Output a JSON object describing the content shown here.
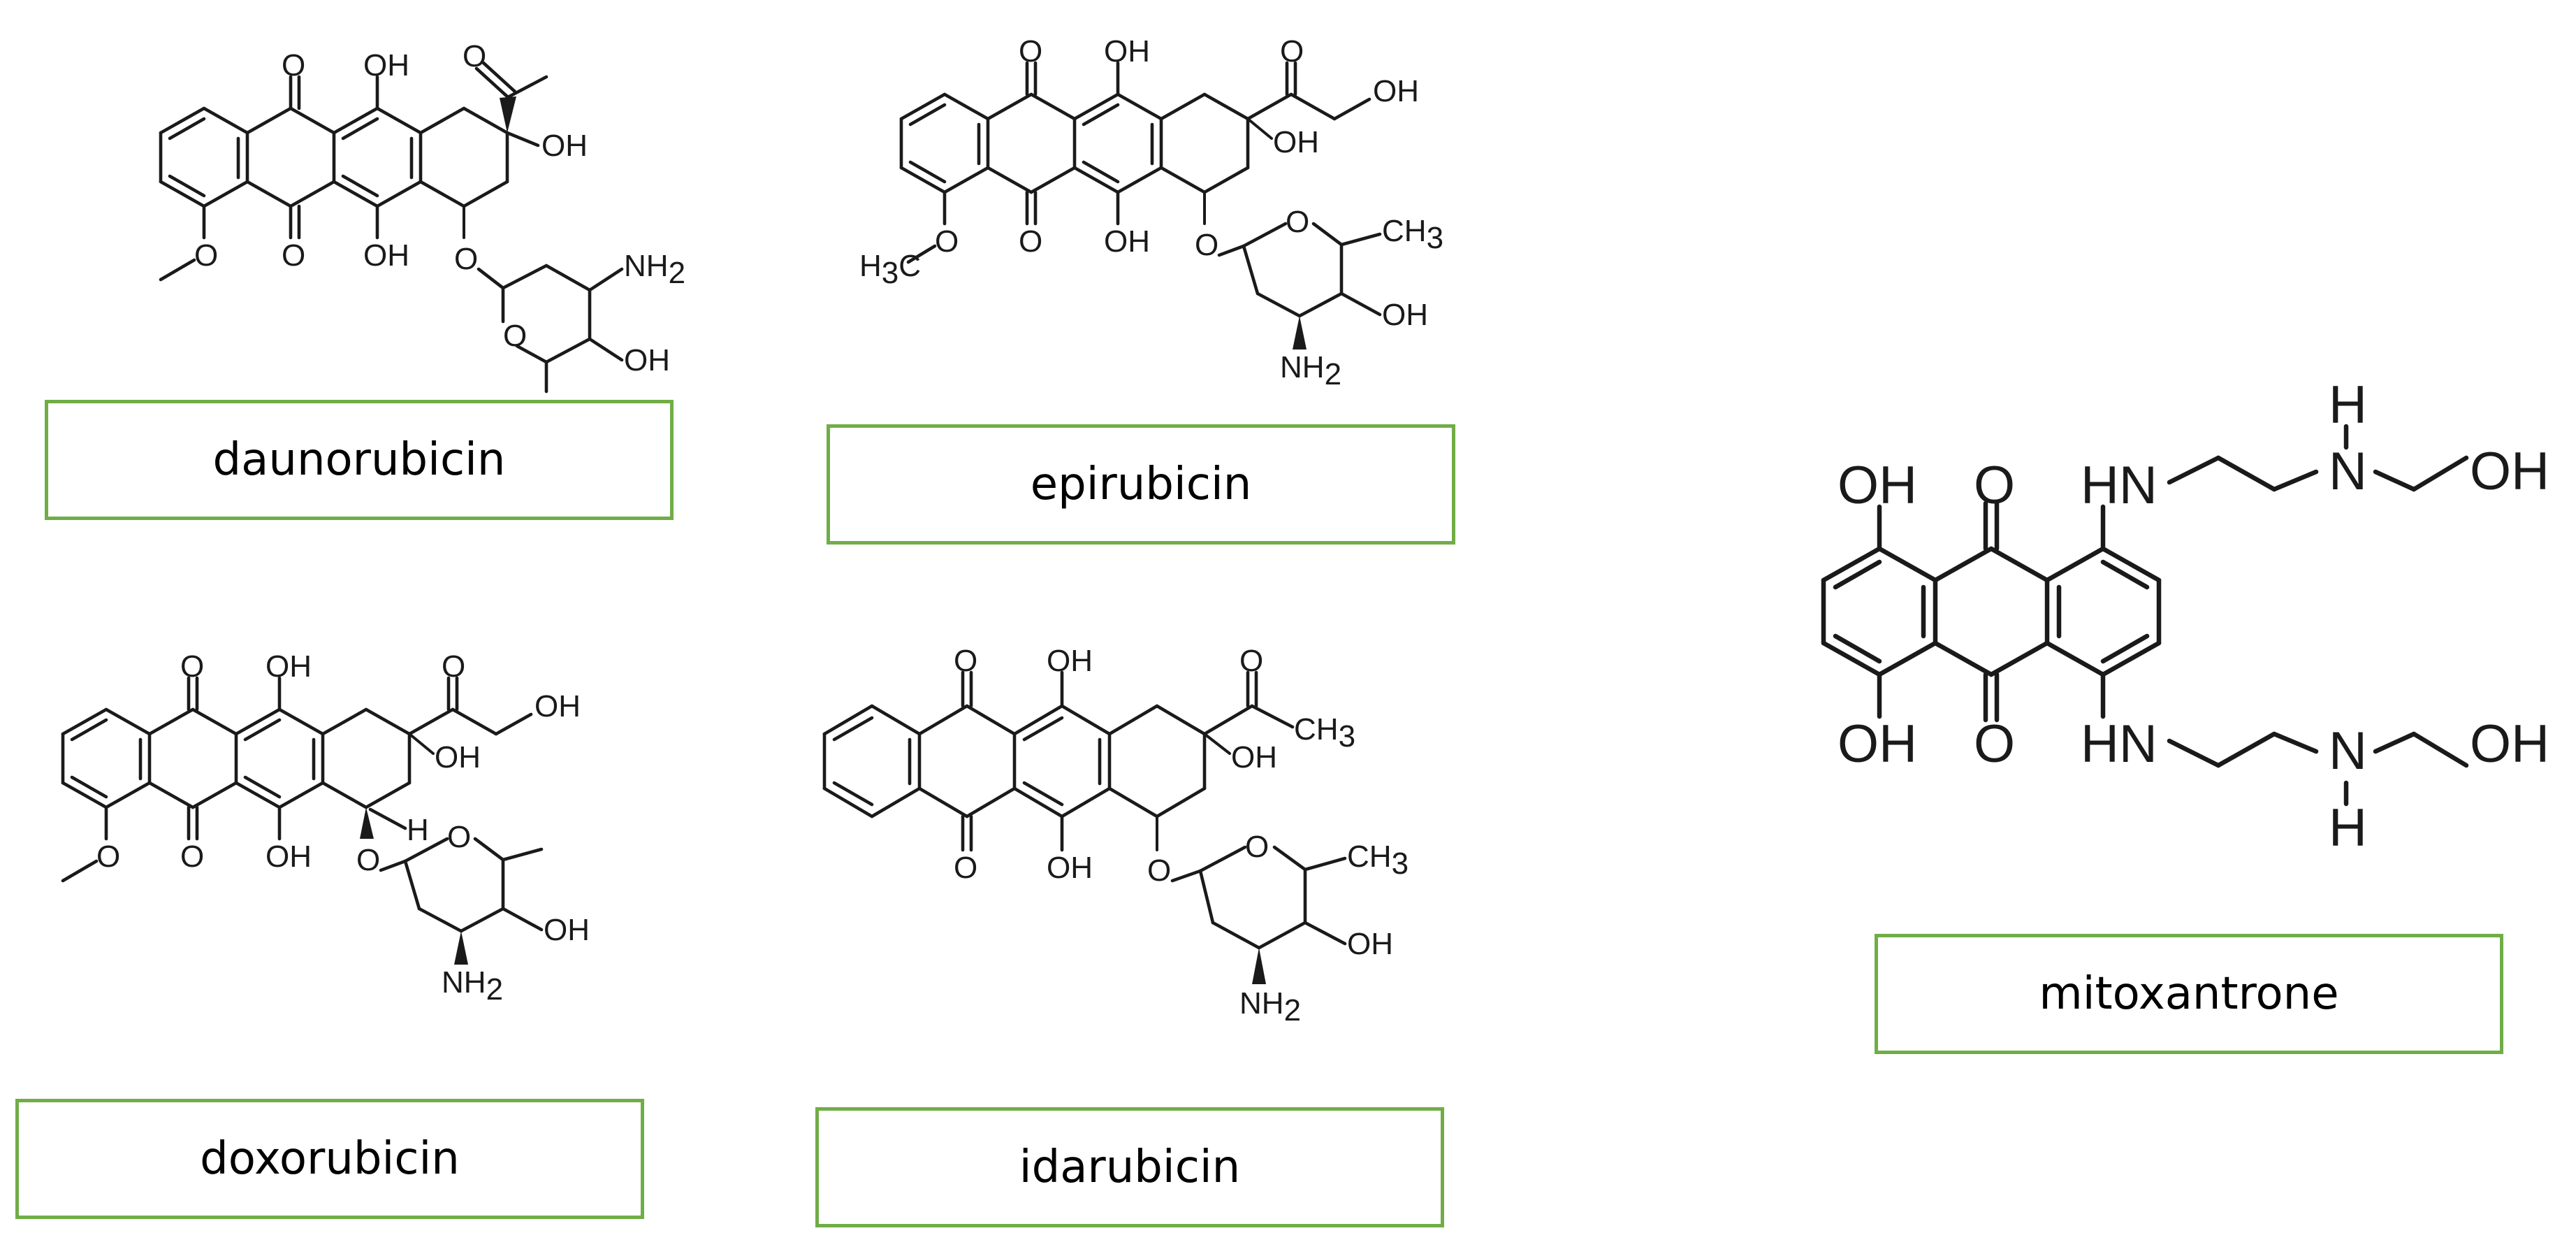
{
  "molecules": [
    {
      "name": "daunorubicin",
      "atoms": {
        "o_top": "O",
        "oh_top": "OH",
        "ketone_o": "O",
        "oh_side": "OH",
        "o_bot": "O",
        "oh_bot": "OH",
        "o_meth": "O",
        "o_link": "O",
        "nh2": "NH",
        "nh2_sub": "2",
        "o_ring": "O",
        "oh_sugar": "OH"
      }
    },
    {
      "name": "epirubicin",
      "atoms": {
        "o_top": "O",
        "oh_top": "OH",
        "ketone_o": "O",
        "oh_tail": "OH",
        "oh_side": "OH",
        "o_bot": "O",
        "oh_bot": "OH",
        "h3c": "H",
        "h3c_sub": "3",
        "h3c_c": "C",
        "o_meth": "O",
        "o_link": "O",
        "o_ring": "O",
        "ch3": "CH",
        "ch3_sub": "3",
        "oh_sugar": "OH",
        "nh2": "NH",
        "nh2_sub": "2"
      }
    },
    {
      "name": "doxorubicin",
      "atoms": {
        "o_top": "O",
        "oh_top": "OH",
        "ketone_o": "O",
        "oh_tail": "OH",
        "oh_side": "OH",
        "o_bot": "O",
        "oh_bot": "OH",
        "o_meth": "O",
        "h": "H",
        "o_link": "O",
        "o_ring": "O",
        "oh_sugar": "OH",
        "nh2": "NH",
        "nh2_sub": "2"
      }
    },
    {
      "name": "idarubicin",
      "atoms": {
        "o_top": "O",
        "oh_top": "OH",
        "ketone_o": "O",
        "ch3": "CH",
        "ch3_sub": "3",
        "oh_side": "OH",
        "o_bot": "O",
        "oh_bot": "OH",
        "o_link": "O",
        "o_ring": "O",
        "ch3b": "CH",
        "ch3b_sub": "3",
        "oh_sugar": "OH",
        "nh2": "NH",
        "nh2_sub": "2"
      }
    },
    {
      "name": "mitoxantrone",
      "atoms": {
        "oh_tl": "OH",
        "o_top": "O",
        "hn_top": "HN",
        "h_top": "H",
        "n_top": "N",
        "oh_tr": "OH",
        "oh_bl": "OH",
        "o_bot": "O",
        "hn_bot": "HN",
        "n_bot": "N",
        "h_bot": "H",
        "oh_br": "OH"
      }
    }
  ]
}
